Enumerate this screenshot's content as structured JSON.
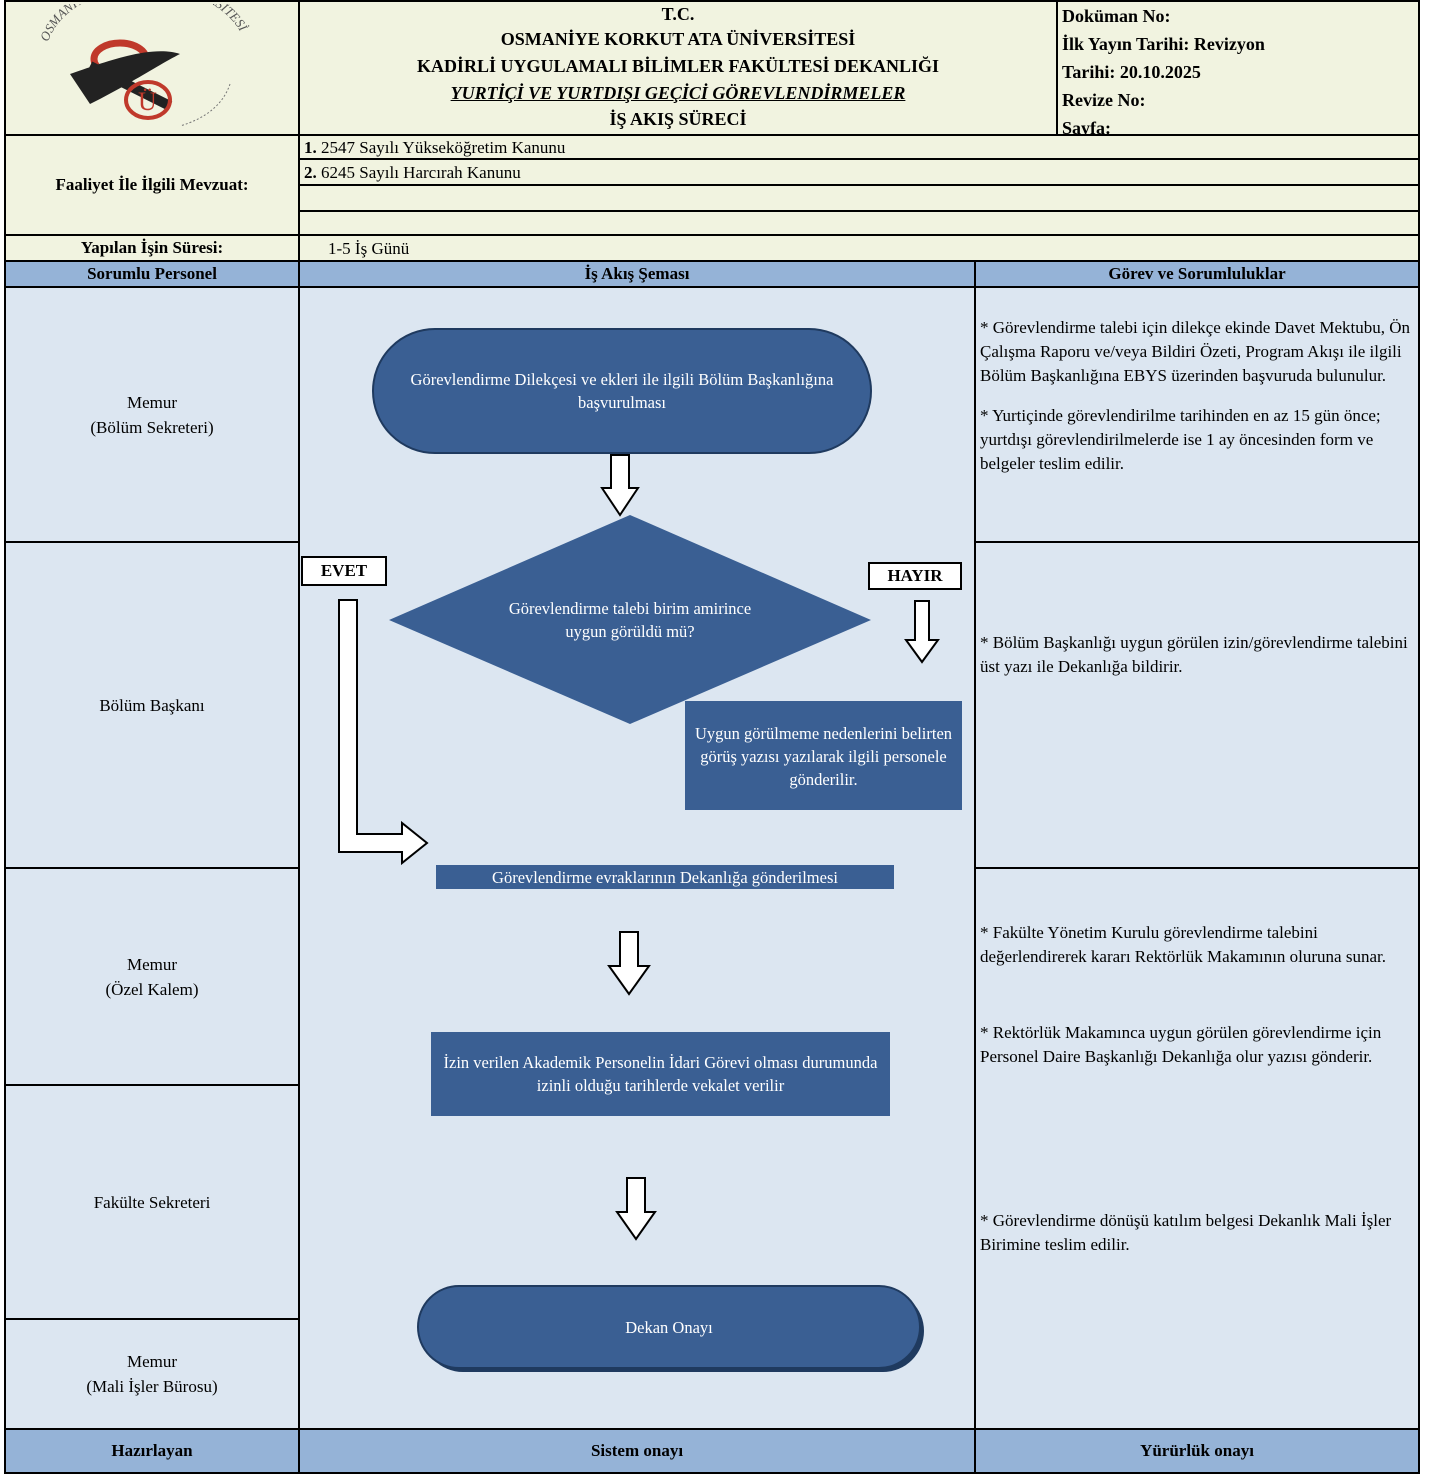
{
  "header": {
    "logo": {
      "arc_text": "OSMANİYE KORKUT ATA ÜNİVERSİTESİ",
      "letters": "O K Ü",
      "accent_color": "#c0392b"
    },
    "title_lines": [
      "T.C.",
      "OSMANİYE KORKUT ATA ÜNİVERSİTESİ",
      "KADİRLİ UYGULAMALI BİLİMLER FAKÜLTESİ DEKANLIĞI",
      "YURTİÇİ VE YURTDIŞI GEÇİCİ GÖREVLENDİRMELER",
      "İŞ AKIŞ SÜRECİ"
    ],
    "doc_info": [
      "Doküman No:",
      "İlk Yayın Tarihi: Revizyon",
      "Tarihi: 20.10.2025",
      "Revize No:",
      "Sayfa:"
    ]
  },
  "mevzuat": {
    "label": "Faaliyet İle İlgili Mevzuat:",
    "items": [
      {
        "num": "1.",
        "text": "2547 Sayılı Yükseköğretim Kanunu"
      },
      {
        "num": "2.",
        "text": "6245 Sayılı Harcırah Kanunu"
      }
    ]
  },
  "sure": {
    "label": "Yapılan İşin Süresi:",
    "value": "1-5 İş Günü"
  },
  "columns": {
    "left": "Sorumlu Personel",
    "middle": "İş Akış Şeması",
    "right": "Görev ve Sorumluluklar"
  },
  "lanes": [
    {
      "line1": "Memur",
      "line2": "(Bölüm Sekreteri)"
    },
    {
      "line1": "Bölüm Başkanı",
      "line2": ""
    },
    {
      "line1": "Memur",
      "line2": "(Özel Kalem)"
    },
    {
      "line1": "Fakülte Sekreteri",
      "line2": ""
    },
    {
      "line1": "Memur",
      "line2": "(Mali İşler Bürosu)"
    }
  ],
  "flow": {
    "start": "Görevlendirme Dilekçesi ve ekleri ile ilgili Bölüm Başkanlığına başvurulması",
    "decision": "Görevlendirme talebi birim amirince uygun  görüldü mü?",
    "yes_label": "EVET",
    "no_label": "HAYIR",
    "no_box": "Uygun görülmeme nedenlerini belirten görüş yazısı yazılarak ilgili personele gönderilir.",
    "send": "Görevlendirme evraklarının Dekanlığa gönderilmesi",
    "vekalet": "İzin verilen Akademik Personelin İdari Görevi olması durumunda izinli olduğu tarihlerde vekalet verilir",
    "end": "Dekan Onayı"
  },
  "responsibilities": [
    "* Görevlendirme talebi için dilekçe ekinde Davet Mektubu, Ön Çalışma Raporu ve/veya Bildiri Özeti, Program Akışı ile ilgili Bölüm Başkanlığına EBYS üzerinden başvuruda bulunulur.",
    "* Yurtiçinde görevlendirilme tarihinden en az 15 gün önce; yurtdışı görevlendirilmelerde ise 1 ay öncesinden form ve belgeler teslim edilir.",
    "* Bölüm Başkanlığı uygun görülen izin/görevlendirme talebini üst yazı ile Dekanlığa bildirir.",
    "* Fakülte Yönetim Kurulu görevlendirme talebini değerlendirerek kararı Rektörlük Makamının oluruna sunar.",
    "* Rektörlük Makamınca uygun görülen görevlendirme için Personel Daire Başkanlığı Dekanlığa olur yazısı gönderir.",
    "* Görevlendirme dönüşü katılım belgesi Dekanlık Mali İşler Birimine teslim edilir."
  ],
  "footer": {
    "left": "Hazırlayan",
    "middle": "Sistem onayı",
    "right": "Yürürlük onayı"
  },
  "colors": {
    "shape_fill": "#3a5f93",
    "lane_bg": "#dce6f1",
    "header_blue": "#95b3d7",
    "cream": "#f1f3e0"
  }
}
